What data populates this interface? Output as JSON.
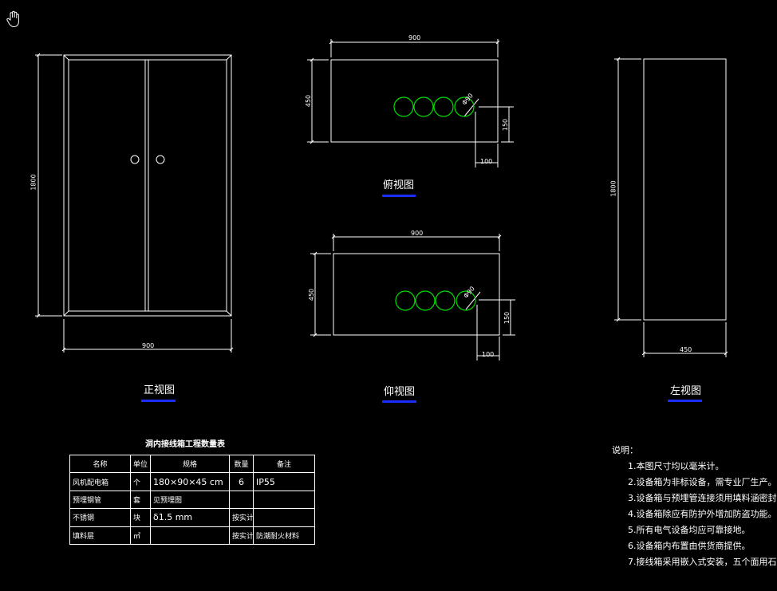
{
  "views": {
    "front": {
      "title": "正视图",
      "width_dim": "900",
      "height_dim": "1800"
    },
    "top": {
      "title": "俯视图",
      "width_dim": "900",
      "depth_dim": "450",
      "offset_y_dim": "150",
      "offset_x_dim": "100",
      "hole_dim": "Φ90"
    },
    "bottom": {
      "title": "仰视图",
      "width_dim": "900",
      "depth_dim": "450",
      "offset_y_dim": "150",
      "offset_x_dim": "100",
      "hole_dim": "Φ90"
    },
    "left": {
      "title": "左视图",
      "width_dim": "450",
      "height_dim": "1800"
    }
  },
  "table": {
    "title": "洞内接线箱工程数量表",
    "headers": [
      "名称",
      "单位",
      "规格",
      "数量",
      "备注"
    ],
    "rows": [
      [
        "风机配电箱",
        "个",
        "180×90×45 cm",
        "6",
        "IP55"
      ],
      [
        "预埋钢管",
        "套",
        "见预埋图",
        "",
        ""
      ],
      [
        "不锈钢",
        "块",
        "δ1.5 mm",
        "按实计",
        ""
      ],
      [
        "填料层",
        "㎡",
        "",
        "按实计",
        "防潮耐火材料"
      ]
    ]
  },
  "notes": {
    "heading": "说明：",
    "items": [
      "1.本图尺寸均以毫米计。",
      "2.设备箱为非标设备，需专业厂生产。",
      "3.设备箱与预埋管连接须用填料涵密封",
      "4.设备箱除应有防护外增加防盗功能。",
      "5.所有电气设备均应可靠接地。",
      "6.设备箱内布置由供货商提供。",
      "7.接线箱采用嵌入式安装，五个面用石"
    ]
  },
  "colors": {
    "background": "#000000",
    "lines": "#ffffff",
    "holes": "#00dd00",
    "title_underline": "#1a2cff"
  },
  "icons": {
    "cursor": "hand-cursor-icon"
  }
}
